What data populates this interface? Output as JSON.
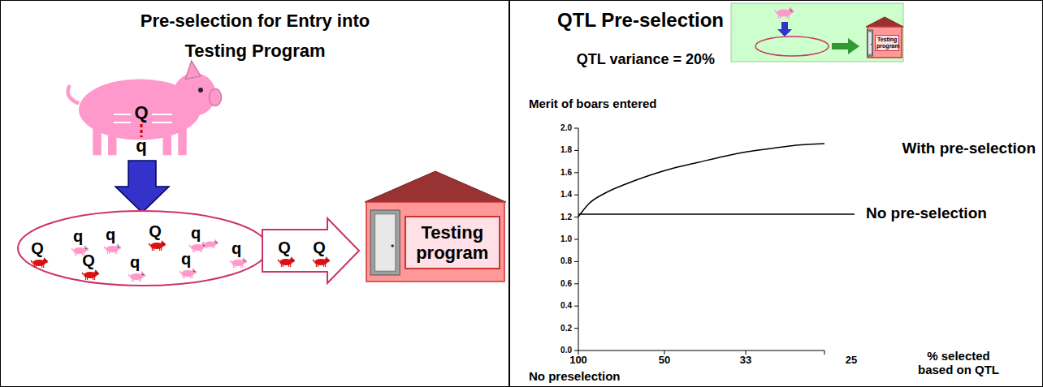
{
  "diagram": {
    "nodes": [
      {
        "text": [
          "Pre-selection for Entry into Testing Program"
        ]
      },
      {
        "text": [
          "Q",
          "q",
          "q",
          "Q",
          "q",
          "q",
          "Q",
          "q",
          "q"
        ],
        "in": 0
      },
      {
        "text": [
          "Q",
          "Q"
        ],
        "in": 0
      },
      {
        "text": [
          "Testing program"
        ],
        "in": 0
      },
      {
        "text": [
          "QTL Pre-selection"
        ]
      },
      {
        "text": [
          "Testing program"
        ],
        "in": 4
      }
    ],
    "edges": [],
    "labels": [
      "Q",
      "q",
      "QTL variance = 20%",
      "Merit of boars entered",
      "2.0",
      "1.8",
      "1.6",
      "1.4",
      "1.2",
      "1.0",
      "0.8",
      "0.6",
      "0.4",
      "0.2",
      "0.0",
      "100",
      "50",
      "33",
      "25",
      "% selected based on QTL",
      "No preselection",
      "With pre-selection",
      "No pre-selection"
    ]
  }
}
